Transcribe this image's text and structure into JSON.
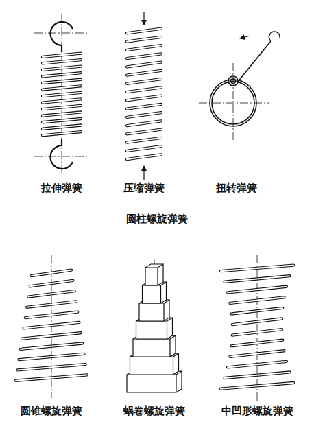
{
  "diagram": {
    "labels": [
      "拉伸弹簧",
      "压缩弹簧",
      "扭转弹簧",
      "圆柱螺旋弹簧",
      "圆锥螺旋弹簧",
      "蜗卷螺旋弹簧",
      "中凹形螺旋弹簧"
    ]
  }
}
